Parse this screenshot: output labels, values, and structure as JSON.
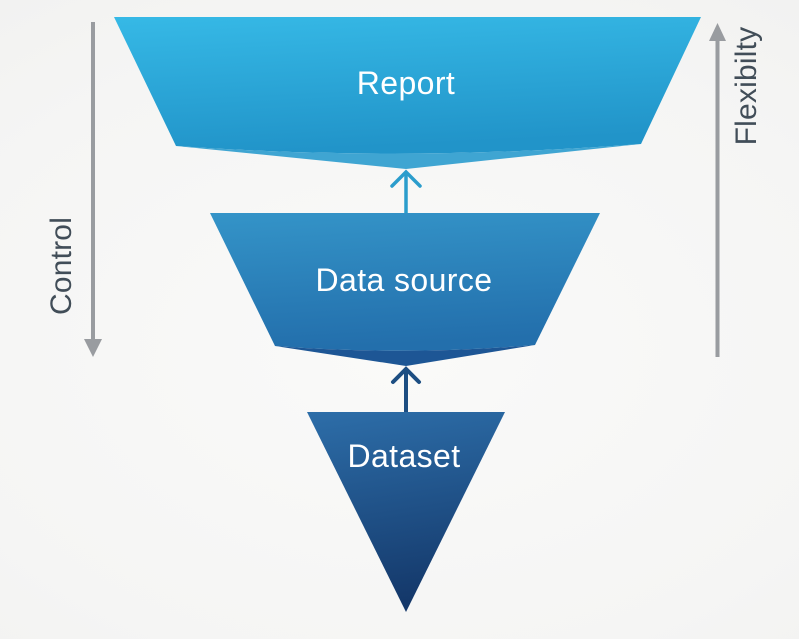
{
  "funnel": {
    "layers": [
      {
        "label": "Report"
      },
      {
        "label": "Data source"
      },
      {
        "label": "Dataset"
      }
    ],
    "left_axis_label": "Control",
    "right_axis_label": "Flexibilty"
  },
  "colors": {
    "report_top": "#36b9e6",
    "report_bottom": "#2194c9",
    "report_flap": "#3fa5d2",
    "datasource_top": "#3494c8",
    "datasource_bottom": "#236fac",
    "datasource_flap": "#1d5695",
    "dataset_top": "#2d6ea9",
    "dataset_bottom": "#14386a",
    "arrow_report": "#2b9dcc",
    "arrow_dataset": "#1d4e82",
    "axis_arrow": "#999ca0",
    "axis_label": "#414d58",
    "layer_label": "#ffffff"
  }
}
